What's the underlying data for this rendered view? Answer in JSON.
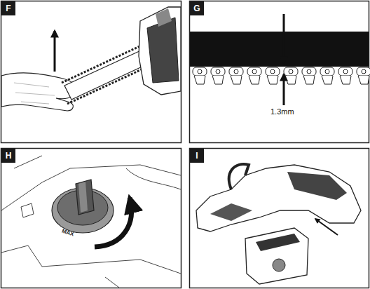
{
  "diagram": {
    "nodes": [
      {
        "text": [
          "F"
        ]
      },
      {
        "text": [
          "G"
        ]
      },
      {
        "text": [
          "H"
        ]
      },
      {
        "text": [
          "I"
        ]
      }
    ],
    "labels": [
      "1.3mm",
      "MAX"
    ]
  }
}
